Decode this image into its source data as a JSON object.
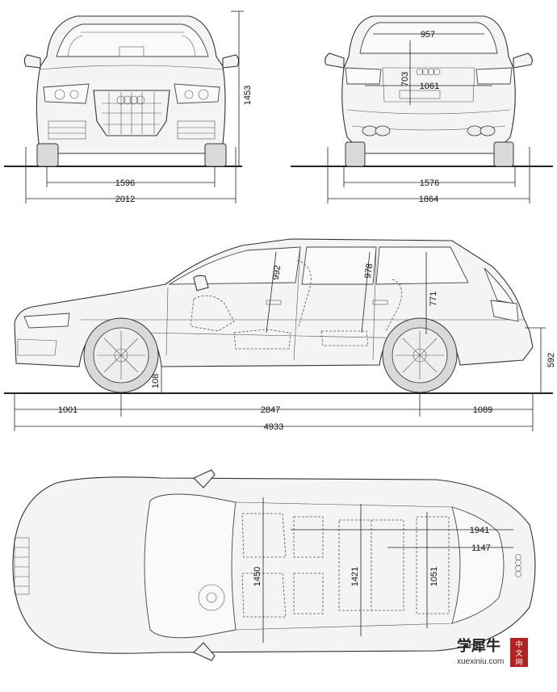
{
  "dimensions": {
    "front_height": "1453",
    "front_track": "1596",
    "front_width": "2012",
    "rear_window_width": "957",
    "rear_opening_height": "703",
    "rear_opening_width": "1061",
    "rear_track": "1576",
    "rear_width": "1864",
    "front_seat_headroom": "992",
    "rear_seat_headroom": "978",
    "cargo_height": "771",
    "load_sill_height": "592",
    "ground_clearance": "108",
    "front_overhang": "1001",
    "wheelbase": "2847",
    "rear_overhang": "1089",
    "overall_length": "4933",
    "cargo_length_max": "1941",
    "cargo_length": "1147",
    "front_interior_width": "1450",
    "rear_interior_width": "1421",
    "cargo_width": "1051"
  },
  "watermark": {
    "brand_cn": "学犀牛",
    "url": "xuexiniu.com",
    "badge": [
      "中",
      "文",
      "网"
    ]
  }
}
